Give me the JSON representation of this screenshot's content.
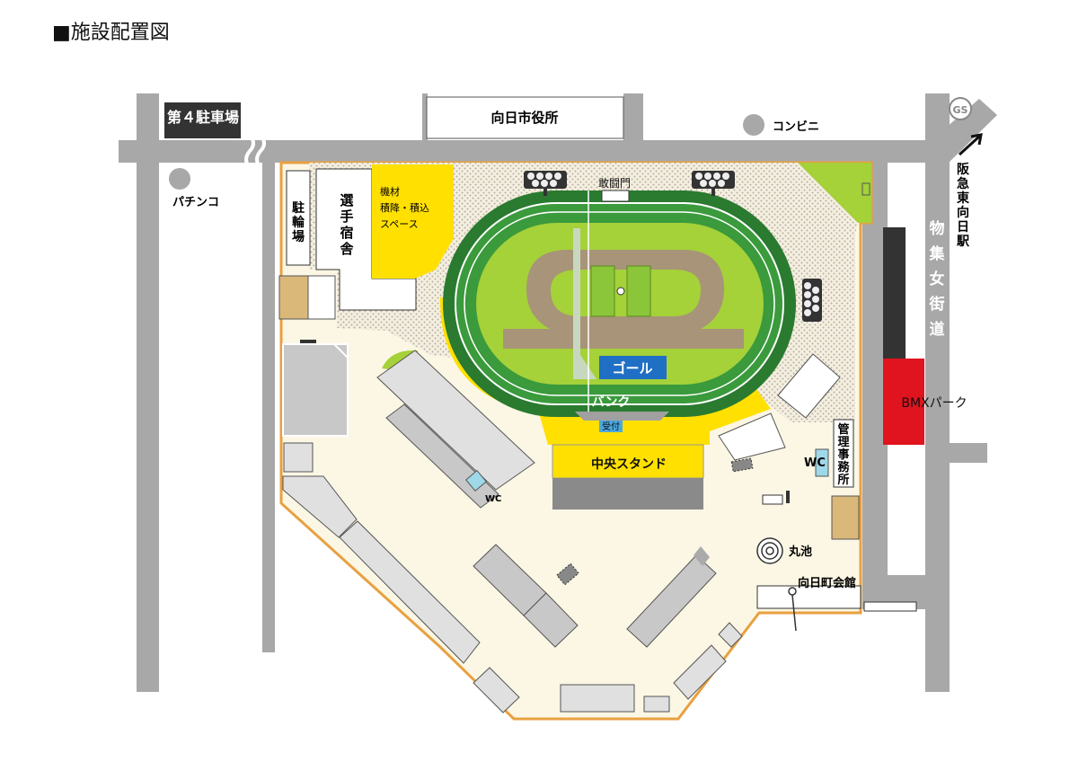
{
  "heading": "■施設配置図",
  "labels": {
    "parking4": "第４駐車場",
    "city_hall": "向日市役所",
    "convenience": "コンビニ",
    "gs": "GS",
    "station": [
      "阪",
      "急",
      "東",
      "向",
      "日",
      "駅"
    ],
    "street": [
      "物",
      "集",
      "女",
      "街",
      "道"
    ],
    "pachinko": "パチンコ",
    "bicycle_parking": [
      "駐",
      "輪",
      "場"
    ],
    "dormitory": [
      "選",
      "手",
      "宿",
      "舎"
    ],
    "equipment_space": [
      "機材",
      "積降・積込",
      "スペース"
    ],
    "gate": "敢闘門",
    "goal": "ゴール",
    "bank": "バンク",
    "reception": "受付",
    "central_stand": "中央スタンド",
    "management_office": [
      "管",
      "理",
      "事",
      "務",
      "所"
    ],
    "wc": "WC",
    "wc_small": "WC",
    "bmx_park": "BMXパーク",
    "pond": "丸池",
    "town_hall": "向日町会館"
  },
  "colors": {
    "road": "#a8a8a8",
    "site_fill": "#fbf7e4",
    "site_border": "#e8a040",
    "track_dark": "#2a7a30",
    "track_mid": "#3a9a3c",
    "infield": "#a5d139",
    "inner_track": "#a89478",
    "goal_blue": "#1f6fc4",
    "stand_yellow": "#ffe000",
    "stand_gray": "#8a8a8a",
    "bmx_red": "#e0141e",
    "building_gray": "#c8c8c8",
    "tan": "#d9b87a",
    "wc_blue": "#9fd8e8"
  }
}
